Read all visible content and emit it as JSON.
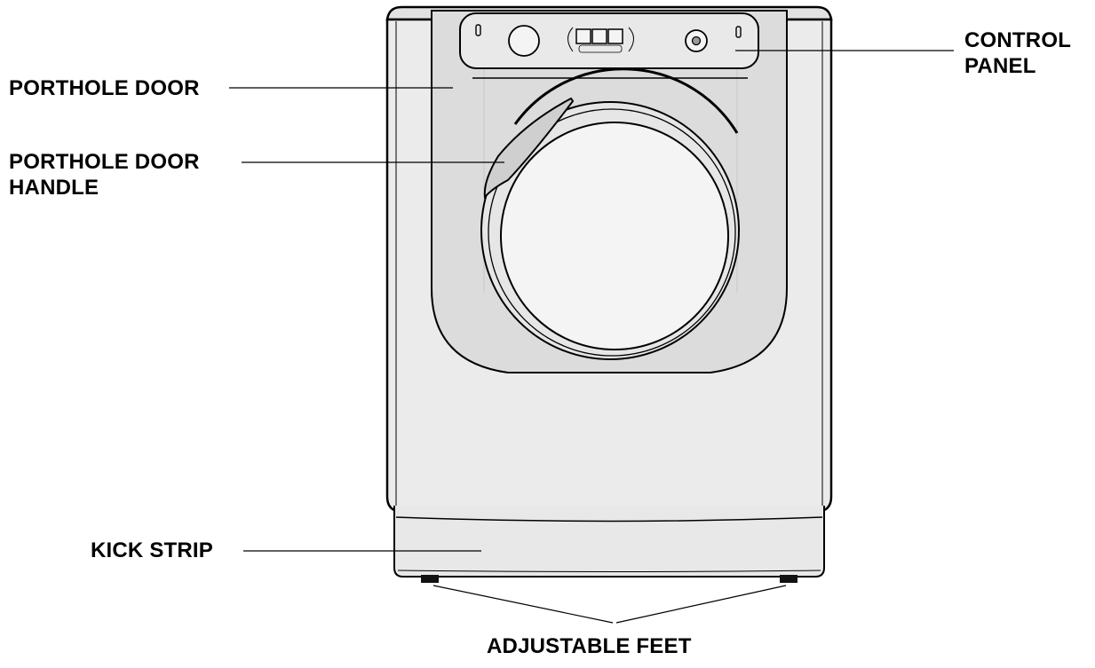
{
  "labels": {
    "porthole_door": "PORTHOLE DOOR",
    "porthole_door_handle_line1": "PORTHOLE DOOR",
    "porthole_door_handle_line2": "HANDLE",
    "control_panel_line1": "CONTROL",
    "control_panel_line2": "PANEL",
    "kick_strip": "KICK STRIP",
    "adjustable_feet": "ADJUSTABLE FEET"
  },
  "colors": {
    "outline": "#000000",
    "body_fill": "#ebebeb",
    "door_panel_fill": "#dcdcdc",
    "porthole_fill": "#f4f4f4",
    "handle_fill": "#cfcfcf"
  }
}
